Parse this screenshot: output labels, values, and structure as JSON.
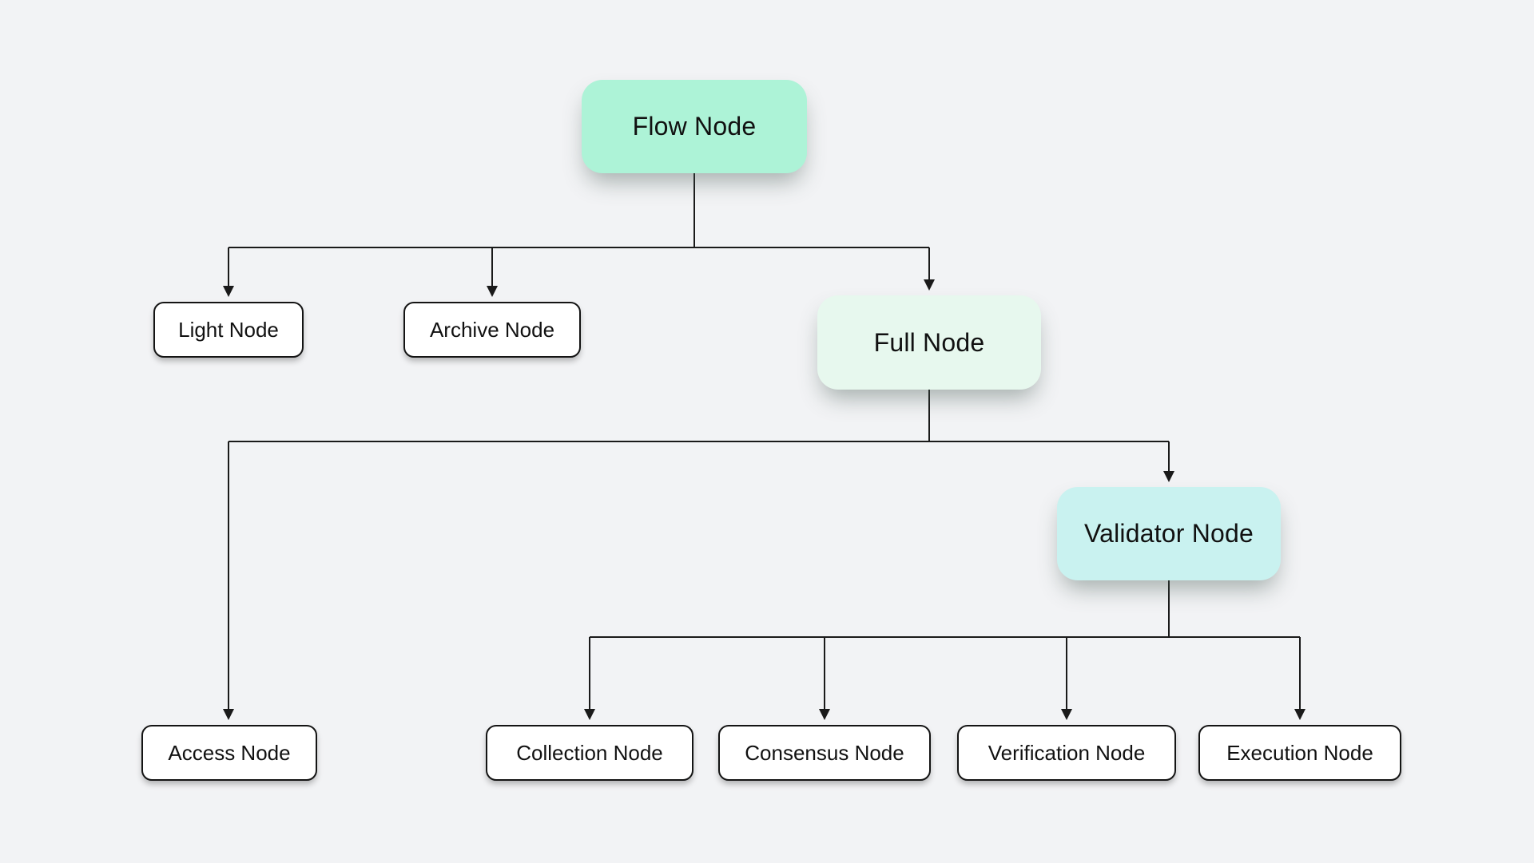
{
  "canvas": {
    "background": "#f2f3f5",
    "line_color": "#1a1a1a",
    "text_color": "#111111"
  },
  "nodes": {
    "flow": {
      "label": "Flow Node",
      "fill": "#adf3d7"
    },
    "light": {
      "label": "Light Node",
      "fill": "#ffffff"
    },
    "archive": {
      "label": "Archive Node",
      "fill": "#ffffff"
    },
    "full": {
      "label": "Full Node",
      "fill": "#e7f8ee"
    },
    "access": {
      "label": "Access Node",
      "fill": "#ffffff"
    },
    "validator": {
      "label": "Validator Node",
      "fill": "#c9f2f0"
    },
    "collection": {
      "label": "Collection Node",
      "fill": "#ffffff"
    },
    "consensus": {
      "label": "Consensus Node",
      "fill": "#ffffff"
    },
    "verification": {
      "label": "Verification Node",
      "fill": "#ffffff"
    },
    "execution": {
      "label": "Execution Node",
      "fill": "#ffffff"
    }
  },
  "edges": [
    {
      "from": "Flow Node",
      "to": "Light Node"
    },
    {
      "from": "Flow Node",
      "to": "Archive Node"
    },
    {
      "from": "Flow Node",
      "to": "Full Node"
    },
    {
      "from": "Full Node",
      "to": "Access Node"
    },
    {
      "from": "Full Node",
      "to": "Validator Node"
    },
    {
      "from": "Validator Node",
      "to": "Collection Node"
    },
    {
      "from": "Validator Node",
      "to": "Consensus Node"
    },
    {
      "from": "Validator Node",
      "to": "Verification Node"
    },
    {
      "from": "Validator Node",
      "to": "Execution Node"
    }
  ]
}
